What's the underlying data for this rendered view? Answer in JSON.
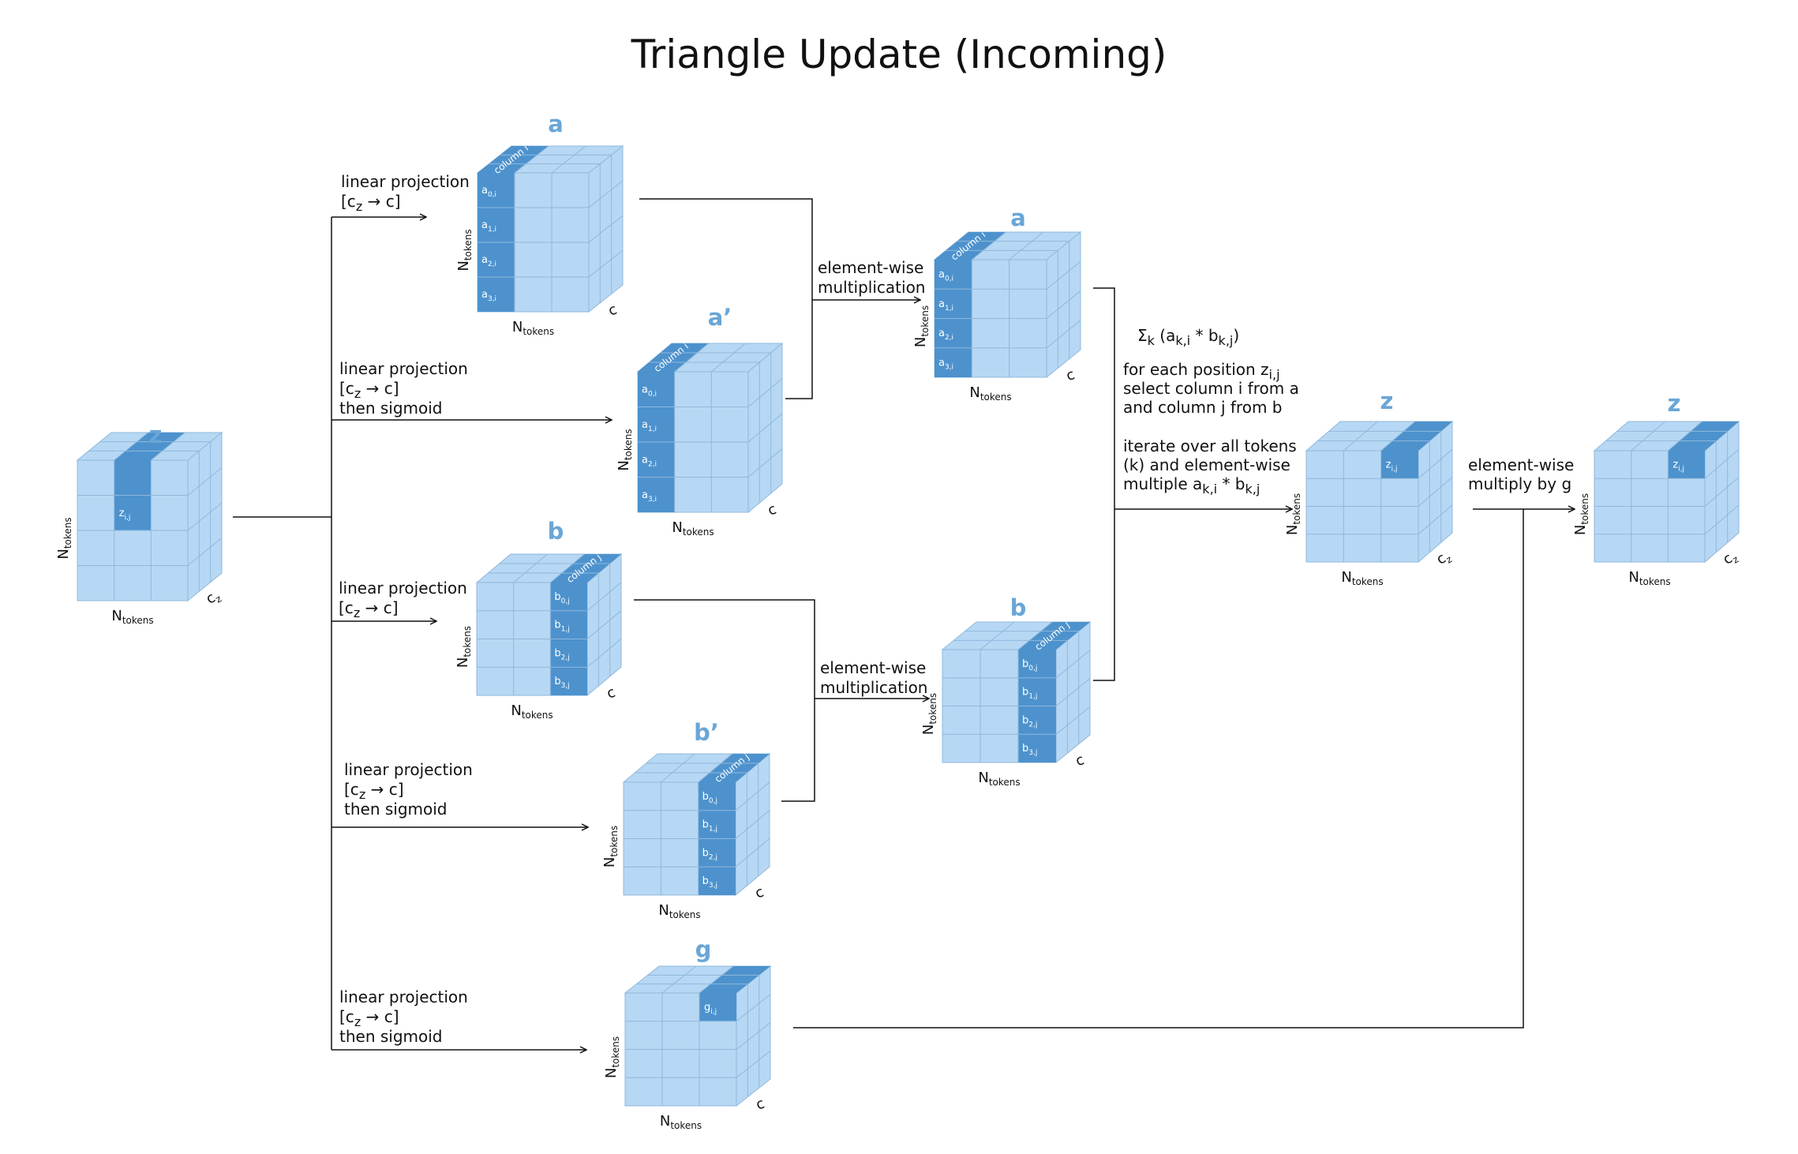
{
  "title": "Triangle Update (Incoming)",
  "colors": {
    "cube_face": "#b7d8f4",
    "highlight": "#4d92cd",
    "grid": "#8fb8dc",
    "label": "#6aa6d6",
    "line": "#111111"
  },
  "cubes": {
    "z_in": {
      "name": "z",
      "rows_label": "N",
      "rows_sub": "tokens",
      "cols_label": "N",
      "cols_sub": "tokens",
      "depth_label": "c",
      "depth_sub": "z",
      "cell": "z",
      "cell_sub": "i,j"
    },
    "a": {
      "name": "a",
      "rows_label": "N",
      "rows_sub": "tokens",
      "cols_label": "N",
      "cols_sub": "tokens",
      "depth_label": "c",
      "band": "column i",
      "cells": [
        [
          "a",
          "0,i"
        ],
        [
          "a",
          "1,i"
        ],
        [
          "a",
          "2,i"
        ],
        [
          "a",
          "3,i"
        ]
      ]
    },
    "a_p": {
      "name": "a’",
      "rows_label": "N",
      "rows_sub": "tokens",
      "cols_label": "N",
      "cols_sub": "tokens",
      "depth_label": "c",
      "band": "column i",
      "cells": [
        [
          "a",
          "0,i"
        ],
        [
          "a",
          "1,i"
        ],
        [
          "a",
          "2,i"
        ],
        [
          "a",
          "3,i"
        ]
      ]
    },
    "b": {
      "name": "b",
      "rows_label": "N",
      "rows_sub": "tokens",
      "cols_label": "N",
      "cols_sub": "tokens",
      "depth_label": "c",
      "band": "column j",
      "cells": [
        [
          "b",
          "0,j"
        ],
        [
          "b",
          "1,j"
        ],
        [
          "b",
          "2,j"
        ],
        [
          "b",
          "3,j"
        ]
      ]
    },
    "b_p": {
      "name": "b’",
      "rows_label": "N",
      "rows_sub": "tokens",
      "cols_label": "N",
      "cols_sub": "tokens",
      "depth_label": "c",
      "band": "column j",
      "cells": [
        [
          "b",
          "0,j"
        ],
        [
          "b",
          "1,j"
        ],
        [
          "b",
          "2,j"
        ],
        [
          "b",
          "3,j"
        ]
      ]
    },
    "g": {
      "name": "g",
      "rows_label": "N",
      "rows_sub": "tokens",
      "cols_label": "N",
      "cols_sub": "tokens",
      "depth_label": "c",
      "cell": "g",
      "cell_sub": "i,j"
    },
    "a_m": {
      "name": "a",
      "rows_label": "N",
      "rows_sub": "tokens",
      "cols_label": "N",
      "cols_sub": "tokens",
      "depth_label": "c",
      "band": "column i",
      "cells": [
        [
          "a",
          "0,i"
        ],
        [
          "a",
          "1,i"
        ],
        [
          "a",
          "2,i"
        ],
        [
          "a",
          "3,i"
        ]
      ]
    },
    "b_m": {
      "name": "b",
      "rows_label": "N",
      "rows_sub": "tokens",
      "cols_label": "N",
      "cols_sub": "tokens",
      "depth_label": "c",
      "band": "column j",
      "cells": [
        [
          "b",
          "0,j"
        ],
        [
          "b",
          "1,j"
        ],
        [
          "b",
          "2,j"
        ],
        [
          "b",
          "3,j"
        ]
      ]
    },
    "z_mid": {
      "name": "z",
      "rows_label": "N",
      "rows_sub": "tokens",
      "cols_label": "N",
      "cols_sub": "tokens",
      "depth_label": "c",
      "depth_sub": "z",
      "cell": "z",
      "cell_sub": "i,j"
    },
    "z_out": {
      "name": "z",
      "rows_label": "N",
      "rows_sub": "tokens",
      "cols_label": "N",
      "cols_sub": "tokens",
      "depth_label": "c",
      "depth_sub": "z",
      "cell": "z",
      "cell_sub": "i,j"
    }
  },
  "labels": {
    "proj_a": [
      "linear projection",
      "[c",
      "z",
      " → c]"
    ],
    "proj_ap": [
      "linear projection",
      "[c",
      "z",
      " → c]",
      "then sigmoid"
    ],
    "proj_b": [
      "linear projection",
      "[c",
      "z",
      " → c]"
    ],
    "proj_bp": [
      "linear projection",
      "[c",
      "z",
      " → c]",
      "then sigmoid"
    ],
    "proj_g": [
      "linear projection",
      "[c",
      "z",
      " → c]",
      "then sigmoid"
    ],
    "mult_a": [
      "element-wise",
      "multiplication"
    ],
    "mult_b": [
      "element-wise",
      "multiplication"
    ],
    "sum": {
      "sigma": "Σ",
      "sigma_sub": "k",
      "open": " (a",
      "s1": "k,i",
      "mid": " * b",
      "s2": "k,j",
      "close": ")",
      "p1a": "for each position z",
      "p1s": "i,j",
      "p1b": "select column i from a",
      "p1c": "and column j from b",
      "p2a": "iterate over all tokens",
      "p2b": "(k) and element-wise",
      "p2c": "multiple a",
      "p2s1": "k,i",
      "p2d": " * b",
      "p2s2": "k,j"
    },
    "mult_g": [
      "element-wise",
      "multiply by g"
    ]
  }
}
